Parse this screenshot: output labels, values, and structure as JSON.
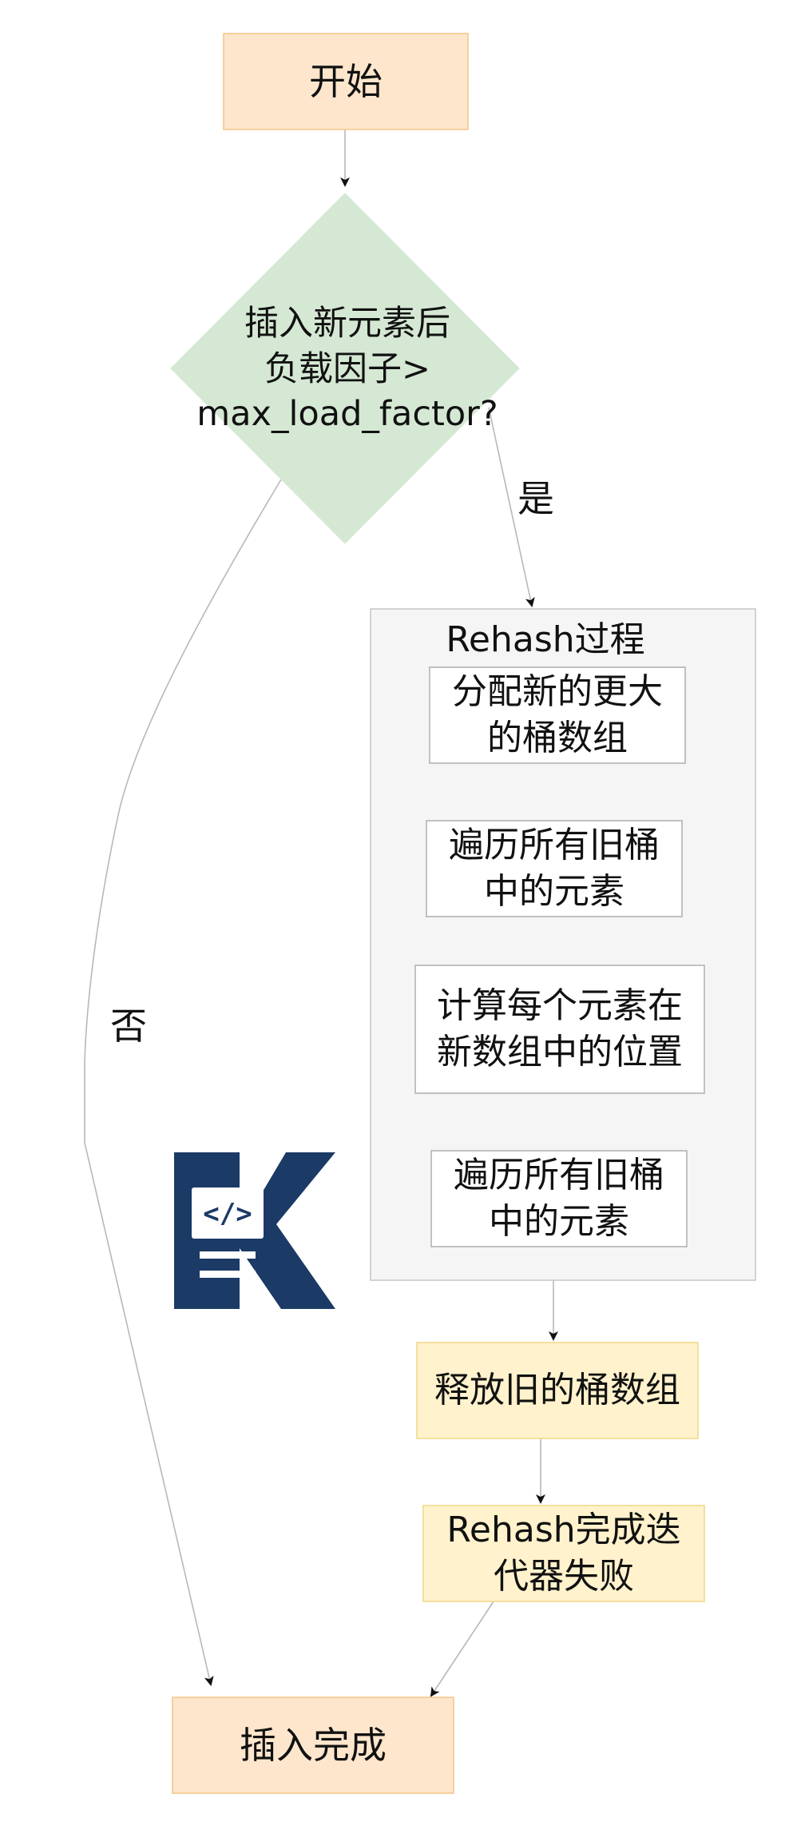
{
  "nodes": {
    "start": "开始",
    "decision": "插入新元素后\n负载因子>\nmax_load_factor?",
    "group_title": "Rehash过程",
    "alloc": "分配新的更大\n的桶数组",
    "iterate1": "遍历所有旧桶\n中的元素",
    "compute": "计算每个元素在\n新数组中的位置",
    "iterate2": "遍历所有旧桶\n中的元素",
    "release": "释放旧的桶数组",
    "done_rehash": "Rehash完成迭\n代器失败",
    "end": "插入完成"
  },
  "edge_labels": {
    "yes": "是",
    "no": "否"
  },
  "logo": {
    "icon": "code-document-k-logo-icon",
    "glyph": "</>"
  },
  "colors": {
    "terminal_fill": "#fde6cc",
    "terminal_stroke": "#f5c78c",
    "decision_fill": "#d5e8d4",
    "group_fill": "#f5f5f5",
    "group_stroke": "#c8c8c8",
    "process_fill": "#ffffff",
    "process_stroke": "#b3b3b3",
    "note_fill": "#fff2cc",
    "note_stroke": "#f2d98c",
    "edge": "#b8b8b8",
    "logo": "#1b3a66"
  }
}
